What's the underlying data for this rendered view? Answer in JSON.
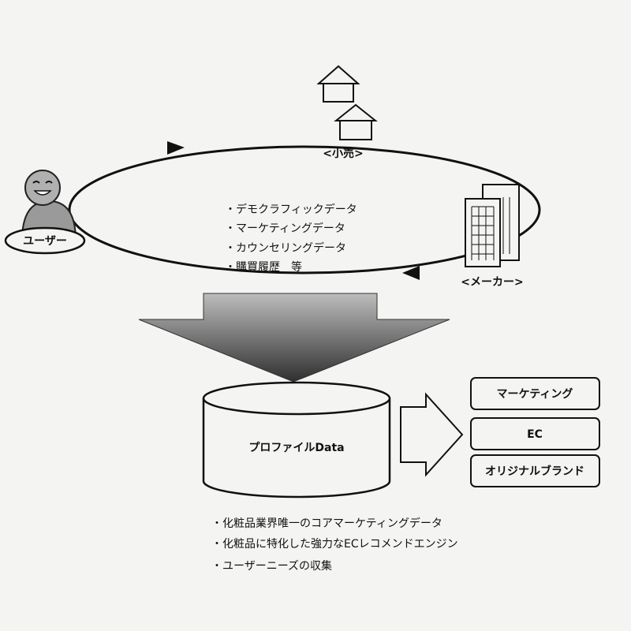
{
  "nodes": {
    "user": "ユーザー",
    "retail": "<小売>",
    "maker": "<メーカー>"
  },
  "data_types": [
    "・デモクラフィックデータ",
    "・マーケティングデータ",
    "・カウンセリングデータ",
    "・購買履歴　等"
  ],
  "database": {
    "label": "プロファイルData"
  },
  "outputs": [
    "マーケティング",
    "EC",
    "オリジナルブランド"
  ],
  "features": [
    "・化粧品業界唯一のコアマーケティングデータ",
    "・化粧品に特化した強力なECレコメンドエンジン",
    "・ユーザーニーズの収集"
  ],
  "colors": {
    "paper": "#f4f4f2",
    "ink": "#111111",
    "arrow_dark": "#2f2f2f",
    "arrow_light": "#bdbdbd"
  }
}
